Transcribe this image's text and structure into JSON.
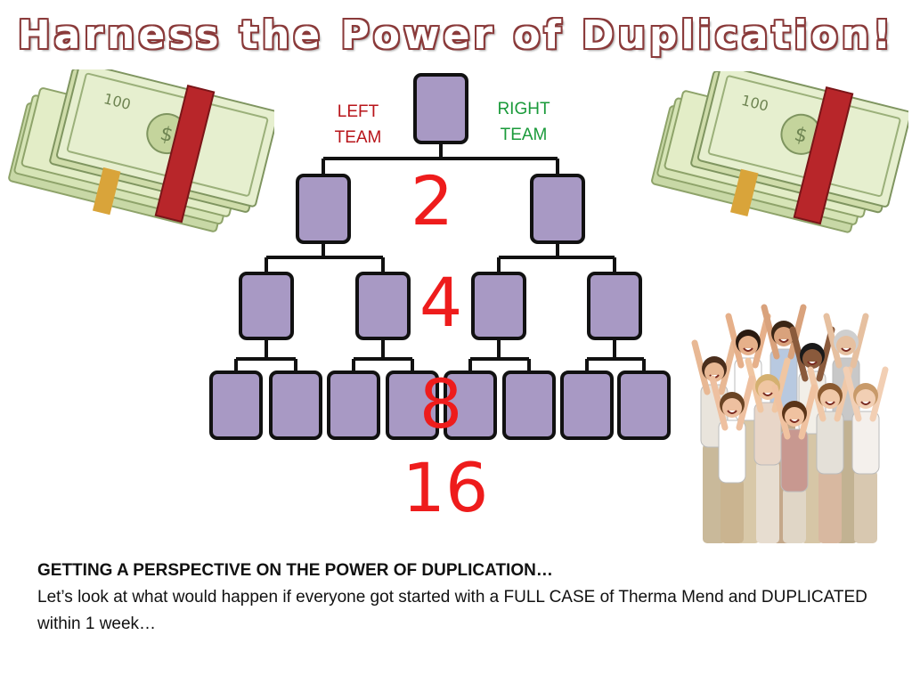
{
  "title": "Harness the Power of Duplication!",
  "teams": {
    "left": {
      "line1": "LEFT",
      "line2": "TEAM",
      "color": "#b8141a"
    },
    "right": {
      "line1": "RIGHT",
      "line2": "TEAM",
      "color": "#1a9a3a"
    }
  },
  "counts": [
    "2",
    "4",
    "8",
    "16"
  ],
  "count_color": "#ee1c1c",
  "box_fill": "#a899c4",
  "text": {
    "heading": "GETTING A PERSPECTIVE ON THE POWER OF DUPLICATION…",
    "body": "Let’s look at what would happen if everyone got started with a FULL CASE of Therma Mend and DUPLICATED within 1 week…"
  },
  "money_label": "100",
  "icons": [
    "money-stack-icon",
    "celebrating-people-image"
  ]
}
